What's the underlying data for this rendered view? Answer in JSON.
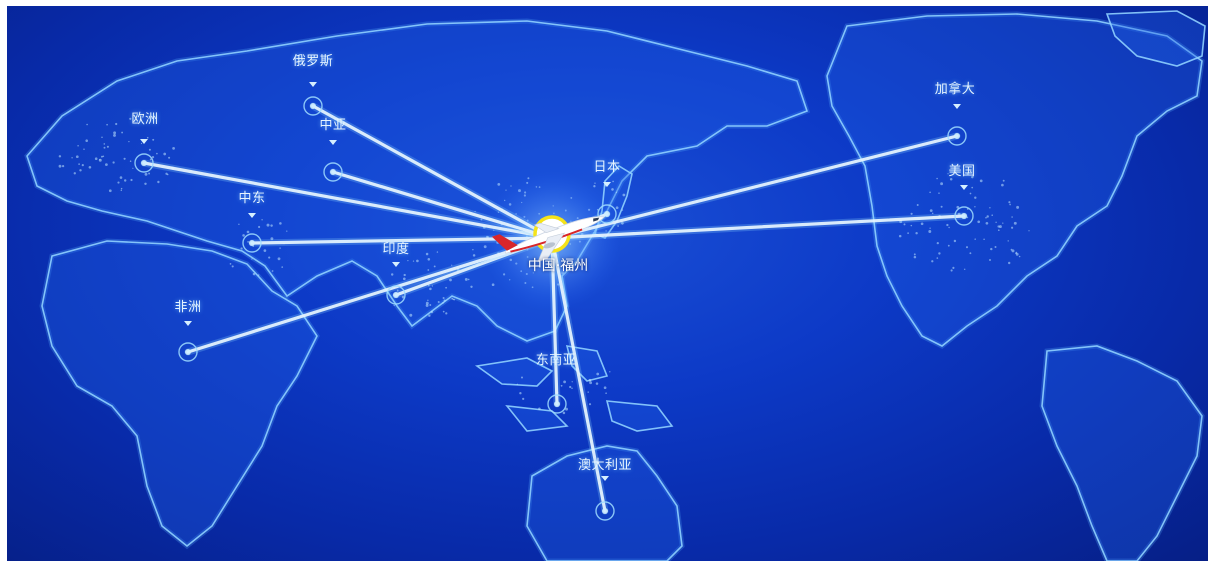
{
  "map": {
    "hub": {
      "id": "fuzhou",
      "label": "中国·福州",
      "icon": "airplane-icon",
      "marker_color": "#f5e31a"
    },
    "destinations": [
      {
        "id": "russia",
        "label": "俄罗斯"
      },
      {
        "id": "europe",
        "label": "欧洲"
      },
      {
        "id": "central-asia",
        "label": "中亚"
      },
      {
        "id": "middle-east",
        "label": "中东"
      },
      {
        "id": "india",
        "label": "印度"
      },
      {
        "id": "africa",
        "label": "非洲"
      },
      {
        "id": "japan",
        "label": "日本"
      },
      {
        "id": "canada",
        "label": "加拿大"
      },
      {
        "id": "usa",
        "label": "美国"
      },
      {
        "id": "southeast-asia",
        "label": "东南亚"
      },
      {
        "id": "australia",
        "label": "澳大利亚"
      }
    ],
    "colors": {
      "ocean": "#0b33b8",
      "land_outline": "#8fd0ff",
      "route": "#e8f6ff",
      "airplane_body": "#ffffff",
      "airplane_tail": "#d8262b"
    }
  }
}
